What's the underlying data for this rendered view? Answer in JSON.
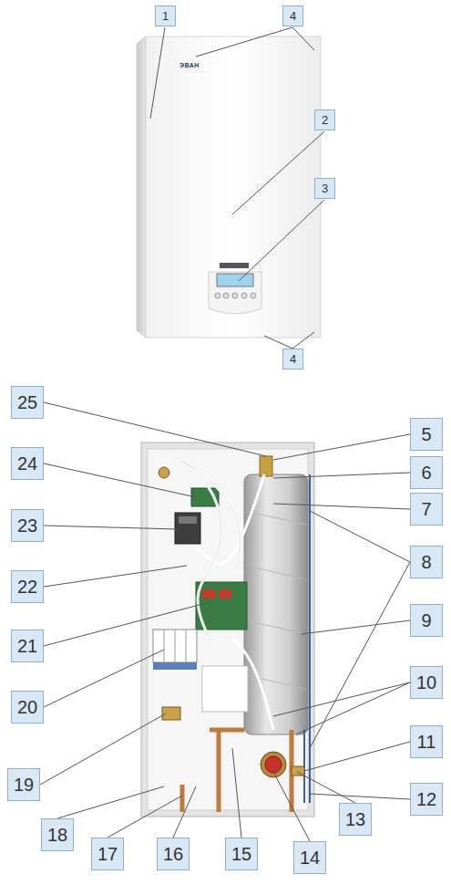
{
  "diagram": {
    "labels": [
      "1",
      "4",
      "ЭВАН",
      "2",
      "3",
      "4",
      "25",
      "5",
      "6",
      "24",
      "7",
      "23",
      "8",
      "22",
      "9",
      "21",
      "10",
      "20",
      "11",
      "19",
      "12",
      "13",
      "18",
      "17",
      "16",
      "15",
      "14"
    ]
  }
}
